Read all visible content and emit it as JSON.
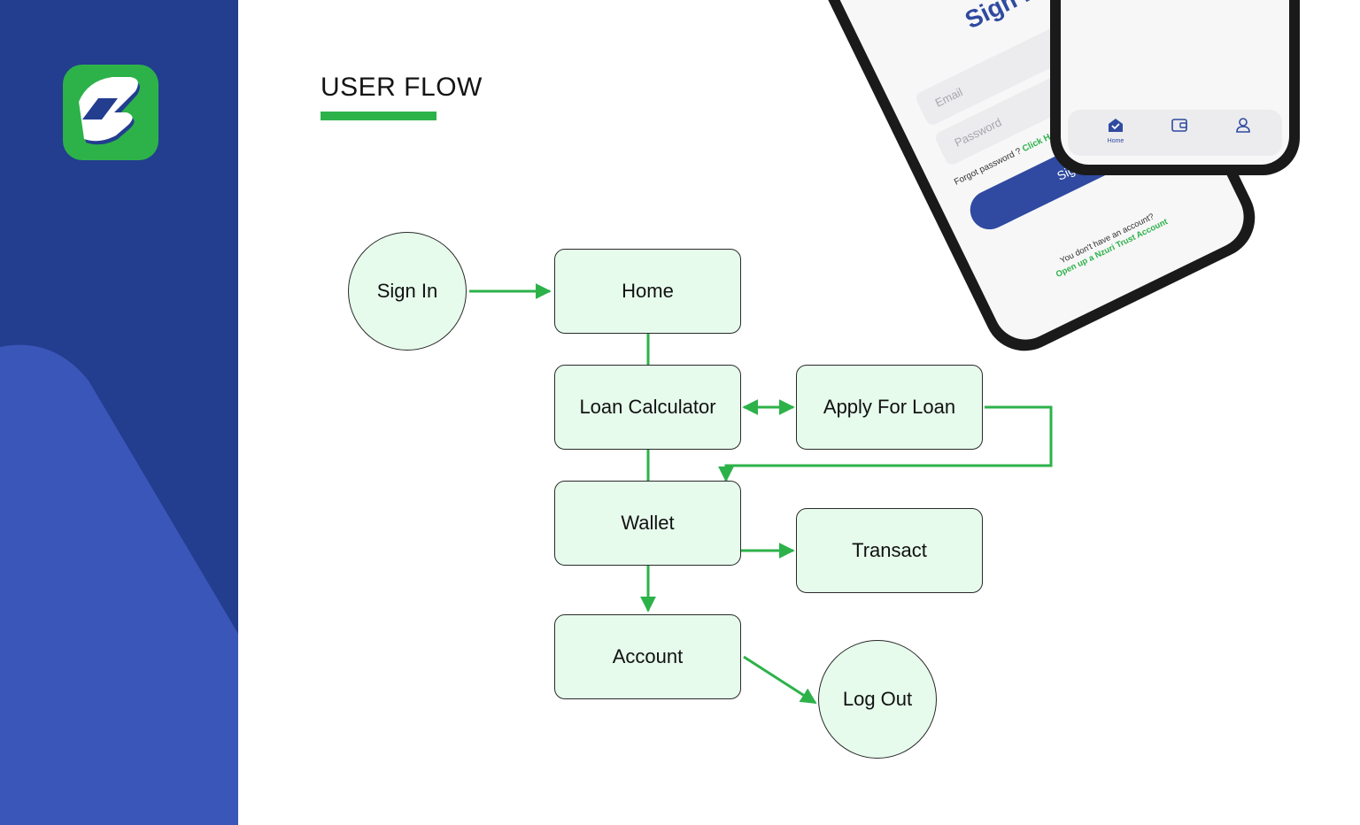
{
  "page": {
    "title": "USER FLOW"
  },
  "brand": {
    "accent": "#2db24a",
    "primary": "#233d8f",
    "secondary": "#3a56b8",
    "node_fill": "#e6fbec"
  },
  "flow": {
    "nodes": {
      "sign_in": "Sign In",
      "home": "Home",
      "loan_calculator": "Loan Calculator",
      "apply_for_loan": "Apply For Loan",
      "wallet": "Wallet",
      "transact": "Transact",
      "account": "Account",
      "log_out": "Log Out"
    },
    "edges": [
      {
        "from": "Sign In",
        "to": "Home",
        "arrow": "single"
      },
      {
        "from": "Home",
        "to": "Loan Calculator",
        "arrow": "none"
      },
      {
        "from": "Loan Calculator",
        "to": "Apply For Loan",
        "arrow": "double"
      },
      {
        "from": "Apply For Loan",
        "to": "Wallet",
        "arrow": "single"
      },
      {
        "from": "Loan Calculator",
        "to": "Wallet",
        "arrow": "none"
      },
      {
        "from": "Wallet",
        "to": "Transact",
        "arrow": "single"
      },
      {
        "from": "Wallet",
        "to": "Account",
        "arrow": "single"
      },
      {
        "from": "Account",
        "to": "Log Out",
        "arrow": "single"
      }
    ]
  },
  "phone_signin": {
    "title": "Sign In",
    "email_placeholder": "Email",
    "password_placeholder": "Password",
    "forgot_text": "Forgot password ? ",
    "forgot_link": "Click Here",
    "button": "Sign in",
    "footer_text": "You don't have an account?",
    "footer_link": "Open up a Nzuri Trust Account"
  },
  "phone_home": {
    "nav": [
      {
        "label": "Home",
        "icon": "home-icon"
      },
      {
        "label": "",
        "icon": "wallet-icon"
      },
      {
        "label": "",
        "icon": "user-icon"
      }
    ]
  }
}
